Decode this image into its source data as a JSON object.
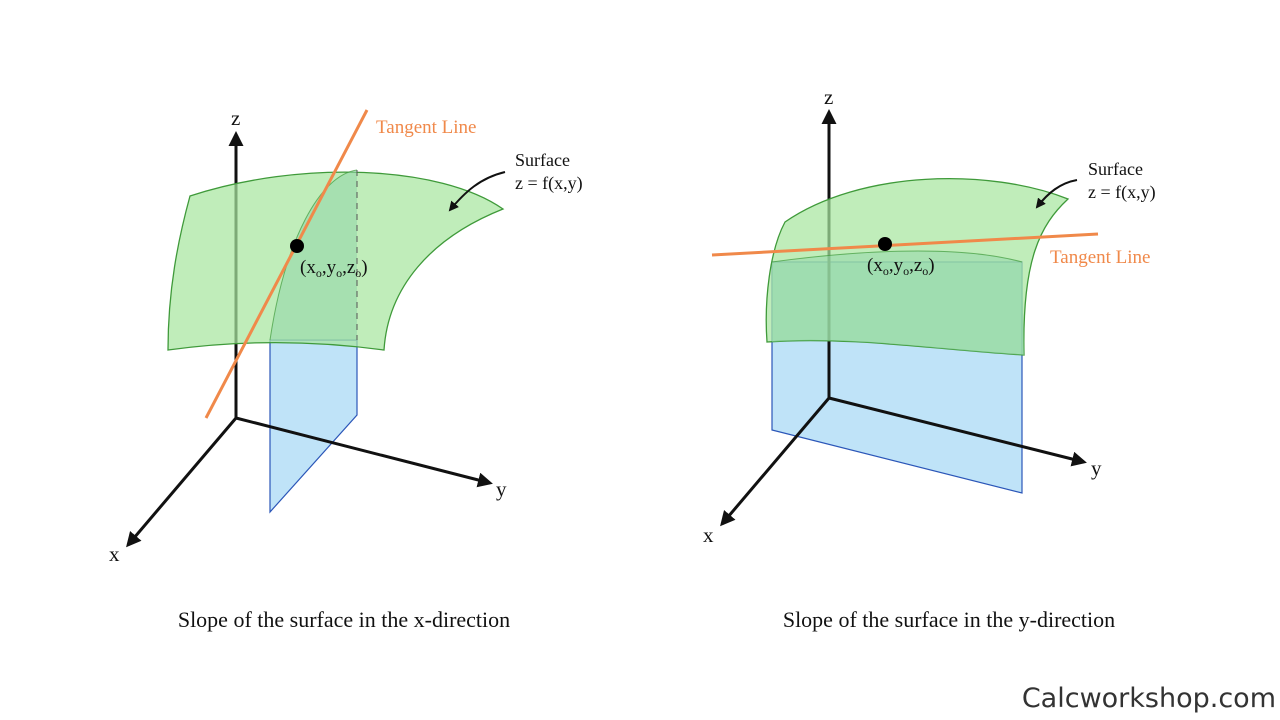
{
  "colors": {
    "surface_fill": "#a8e6a0",
    "surface_stroke": "#3f9a3a",
    "plane_fill": "#a9d9f5",
    "plane_stroke": "#2b56b8",
    "tangent": "#f0894a",
    "axis": "#111111"
  },
  "left": {
    "axes": {
      "z": "z",
      "y": "y",
      "x": "x"
    },
    "tangent_label": "Tangent Line",
    "surface_label": "Surface",
    "surface_eq": "z = f(x,y)",
    "point": {
      "open": "(x",
      "sub": "o",
      "c1": ",y",
      "c2": ",z",
      "close": ")"
    },
    "caption": "Slope of the surface in the x-direction"
  },
  "right": {
    "axes": {
      "z": "z",
      "y": "y",
      "x": "x"
    },
    "tangent_label": "Tangent Line",
    "surface_label": "Surface",
    "surface_eq": "z = f(x,y)",
    "point": {
      "open": "(x",
      "sub": "o",
      "c1": ",y",
      "c2": ",z",
      "close": ")"
    },
    "caption": "Slope of the surface in the y-direction"
  },
  "brand": "Calcworkshop.com"
}
